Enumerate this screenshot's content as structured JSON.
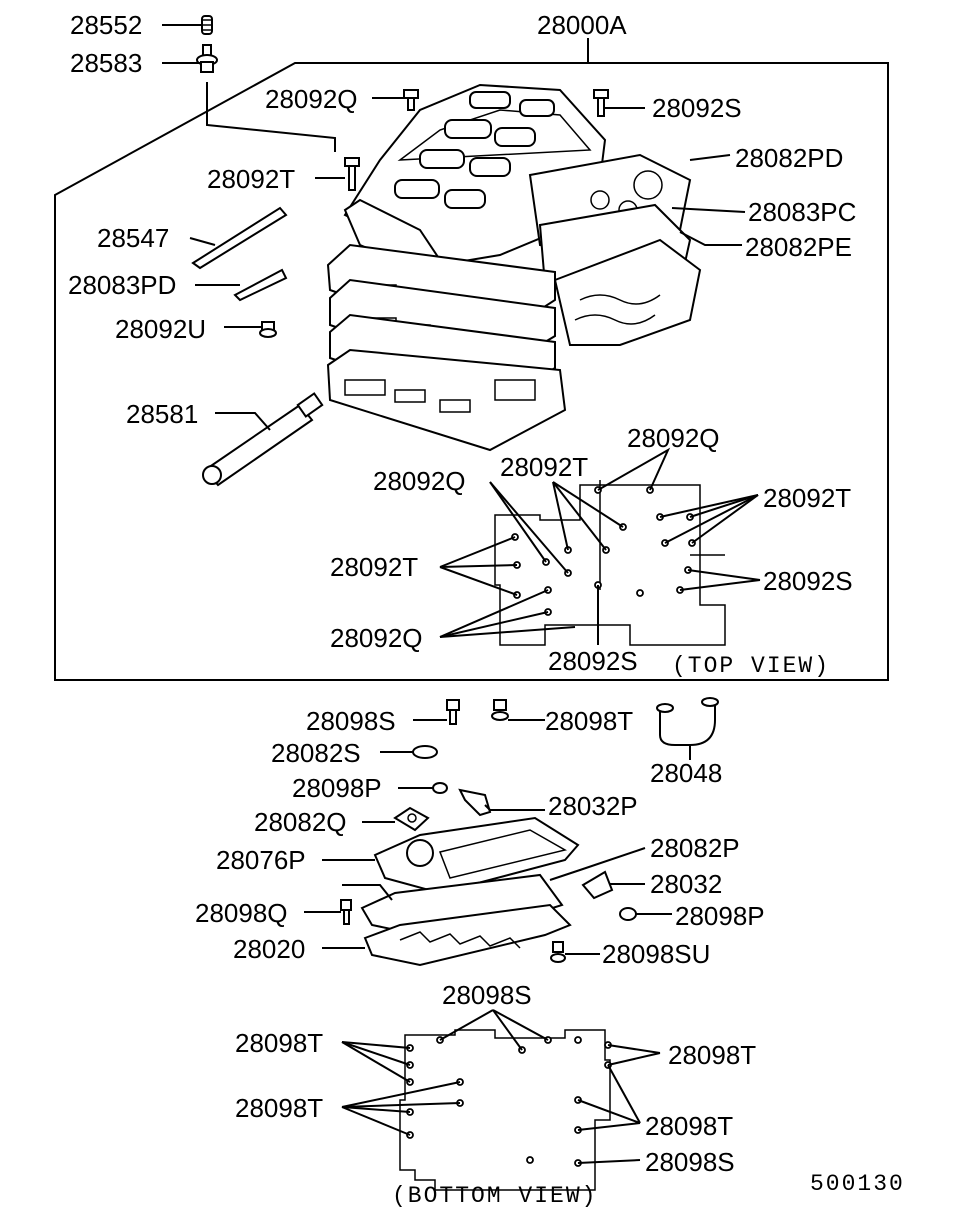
{
  "labels": {
    "p28552": "28552",
    "p28583": "28583",
    "p28000A": "28000A",
    "p28092Q_a": "28092Q",
    "p28092S_a": "28092S",
    "p28092T_a": "28092T",
    "p28082PD": "28082PD",
    "p28083PC": "28083PC",
    "p28082PE": "28082PE",
    "p28547": "28547",
    "p28083PD": "28083PD",
    "p28092U": "28092U",
    "p28581": "28581",
    "tv_28092Q_top": "28092Q",
    "tv_28092T_top": "28092T",
    "tv_28092Q_left": "28092Q",
    "tv_28092T_right": "28092T",
    "tv_28092T_left": "28092T",
    "tv_28092S_right": "28092S",
    "tv_28092Q_bottom": "28092Q",
    "tv_28092S_bottom": "28092S",
    "top_view": "(TOP VIEW)",
    "p28098S": "28098S",
    "p28098T": "28098T",
    "p28082S": "28082S",
    "p28098P": "28098P",
    "p28048": "28048",
    "p28032P": "28032P",
    "p28082Q": "28082Q",
    "p28076P": "28076P",
    "p28082P": "28082P",
    "p28032": "28032",
    "p28098Q": "28098Q",
    "p28098P_b": "28098P",
    "p28020": "28020",
    "p28098SU": "28098SU",
    "bv_28098S_top": "28098S",
    "bv_28098T_left1": "28098T",
    "bv_28098T_right1": "28098T",
    "bv_28098T_left2": "28098T",
    "bv_28098T_right2": "28098T",
    "bv_28098S_bottom": "28098S",
    "bottom_view": "(BOTTOM VIEW)",
    "diagram_code": "500130"
  }
}
